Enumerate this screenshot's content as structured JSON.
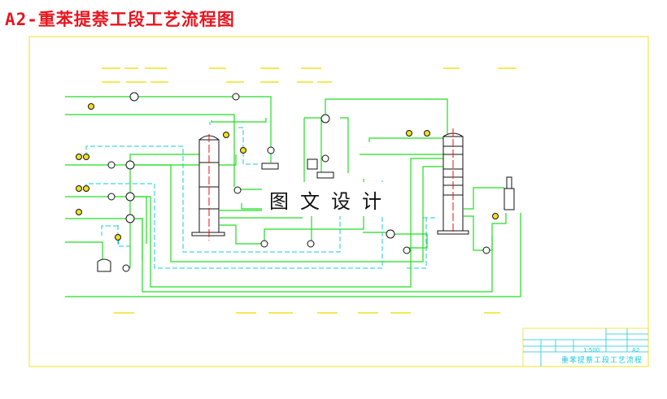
{
  "title": "A2-重苯提萘工段工艺流程图",
  "watermark": "图文设计",
  "title_block": {
    "drawing_name": "重苯提萘工段工艺流程",
    "scale": "1:500",
    "size": "A2"
  },
  "colors": {
    "title": "#e8141e",
    "border": "#f0e020",
    "process_line": "#22dd22",
    "utility_line": "#18c8d8",
    "equipment": "#111111",
    "column_axis": "#e81010",
    "labels": "#f0e020"
  }
}
